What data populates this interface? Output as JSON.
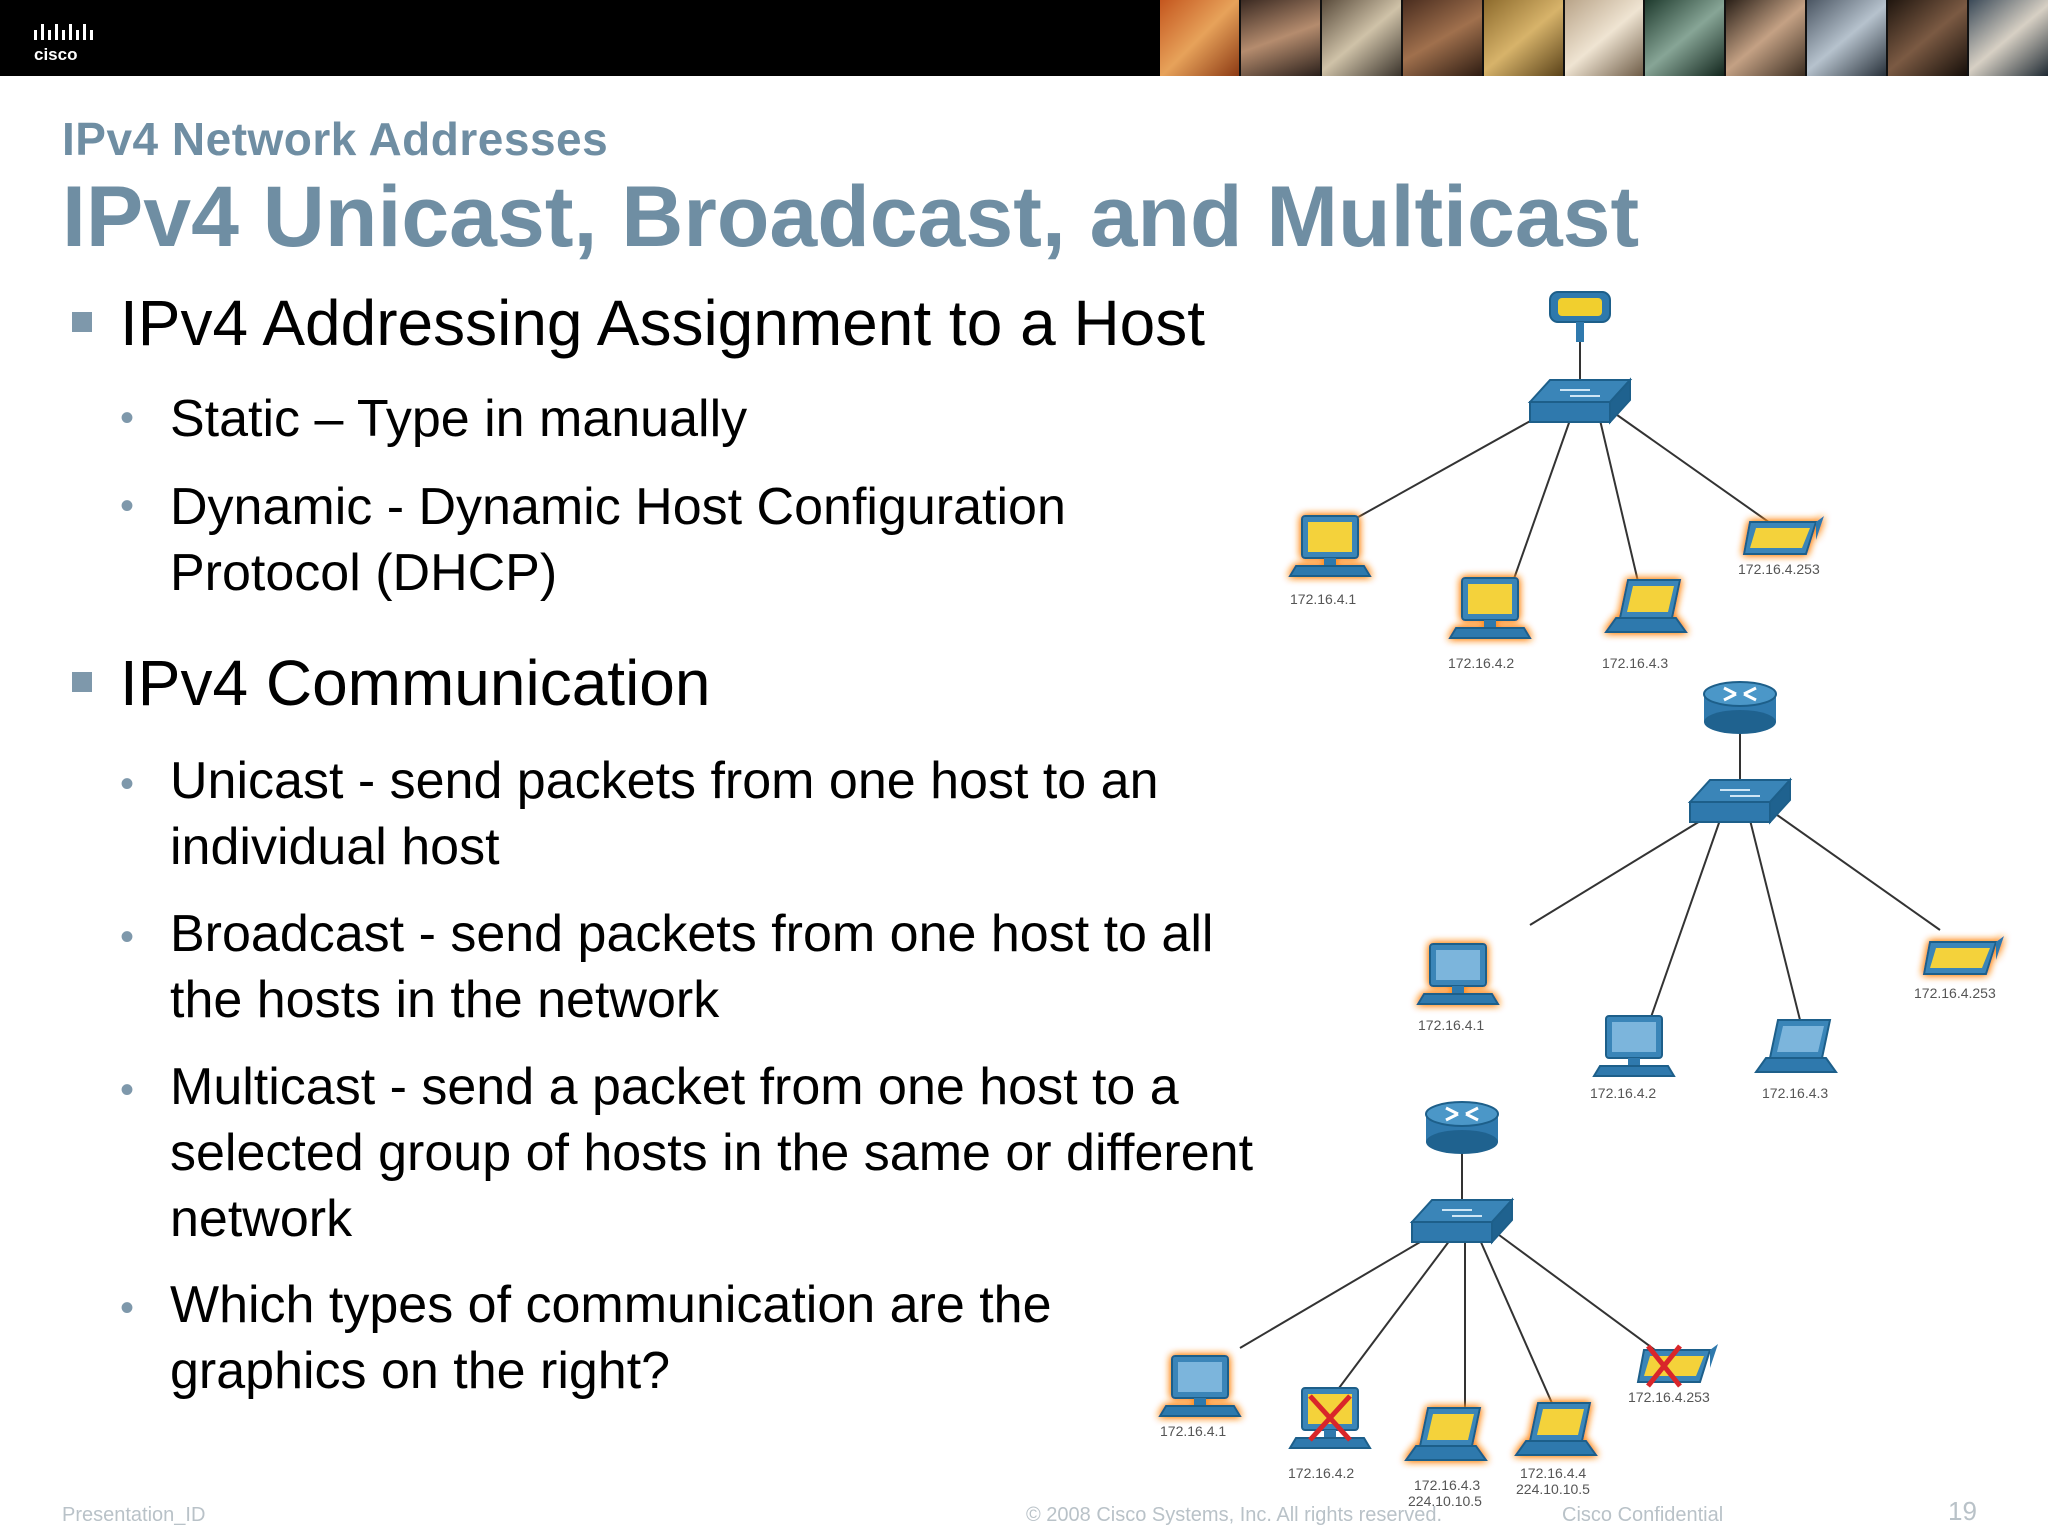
{
  "header": {
    "logo_text": "cisco",
    "colors": {
      "bar": "#000000",
      "title": "#6f8ea3",
      "bullet": "#7e98ab"
    }
  },
  "slide": {
    "subtitle": "IPv4 Network Addresses",
    "title": "IPv4 Unicast, Broadcast, and Multicast",
    "sections": [
      {
        "heading": "IPv4 Addressing Assignment to a Host",
        "items": [
          "Static – Type in manually",
          "Dynamic - Dynamic Host Configuration Protocol (DHCP)"
        ]
      },
      {
        "heading": "IPv4 Communication",
        "items": [
          "Unicast - send packets from one host to an individual host",
          "Broadcast - send packets from one host to all the hosts in the network",
          "Multicast - send a packet from one host to a selected group of hosts in the same or different network",
          "Which types of communication are the graphics on the right?"
        ]
      }
    ]
  },
  "diagrams": {
    "unicast": {
      "labels": [
        "172.16.4.1",
        "172.16.4.2",
        "172.16.4.3",
        "172.16.4.253"
      ]
    },
    "broadcast": {
      "labels": [
        "172.16.4.1",
        "172.16.4.2",
        "172.16.4.3",
        "172.16.4.253"
      ]
    },
    "multicast": {
      "labels": [
        "172.16.4.1",
        "172.16.4.2",
        "172.16.4.3",
        "224.10.10.5",
        "172.16.4.4",
        "224.10.10.5",
        "172.16.4.253"
      ]
    }
  },
  "footer": {
    "left": "Presentation_ID",
    "center": "© 2008 Cisco Systems, Inc. All rights reserved.",
    "right": "Cisco Confidential",
    "page": "19"
  }
}
